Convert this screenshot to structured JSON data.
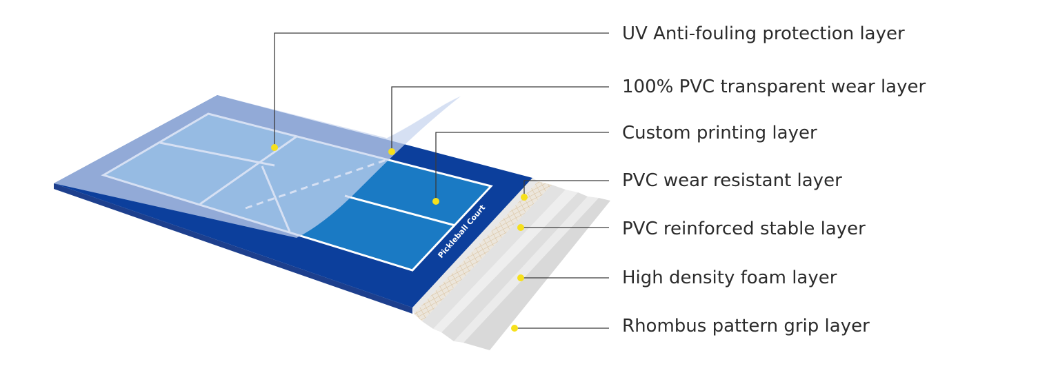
{
  "court_text": "Pickleball Court",
  "colors": {
    "court_surround": "#0c3f9c",
    "court_inner": "#1a7ac4",
    "court_edge": "#1d3f8d",
    "top_film": "#c6d4ee",
    "foam_layers": "#e6e6e6",
    "marker_dot": "#f6e01c",
    "leader_line": "#3a3a3a",
    "label_text": "#2b2b2b"
  },
  "layers": [
    {
      "label": "UV Anti-fouling protection layer"
    },
    {
      "label": "100% PVC transparent wear layer"
    },
    {
      "label": "Custom printing layer"
    },
    {
      "label": "PVC wear resistant layer"
    },
    {
      "label": "PVC reinforced stable layer"
    },
    {
      "label": "High density foam layer"
    },
    {
      "label": "Rhombus pattern grip layer"
    }
  ]
}
